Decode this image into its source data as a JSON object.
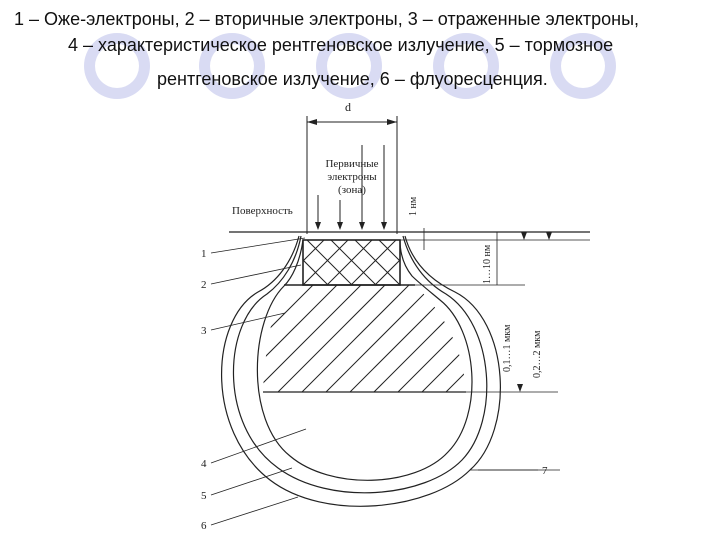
{
  "caption": {
    "line1": "1 – Оже-электроны, 2 – вторичные электроны, 3 – отраженные электроны,",
    "line2": "4 – характеристическое рентгеновское излучение, 5 – тормозное",
    "line3": "рентгеновское излучение, 6 – флуоресценция."
  },
  "diagram": {
    "d_label": "d",
    "primary_line1": "Первичные",
    "primary_line2": "электроны",
    "primary_line3": "(зона)",
    "surface_label": "Поверхность",
    "depth_1nm": "1 нм",
    "depth_1_10nm": "1…10 нм",
    "depth_01_1um": "0,1…1 мкм",
    "depth_02_2um": "0,2…2 мкм",
    "num_1": "1",
    "num_2": "2",
    "num_3": "3",
    "num_4": "4",
    "num_5": "5",
    "num_6": "6",
    "num_7": "7"
  },
  "colors": {
    "background_circles": "#d9dbf3",
    "lines": "#222222"
  }
}
